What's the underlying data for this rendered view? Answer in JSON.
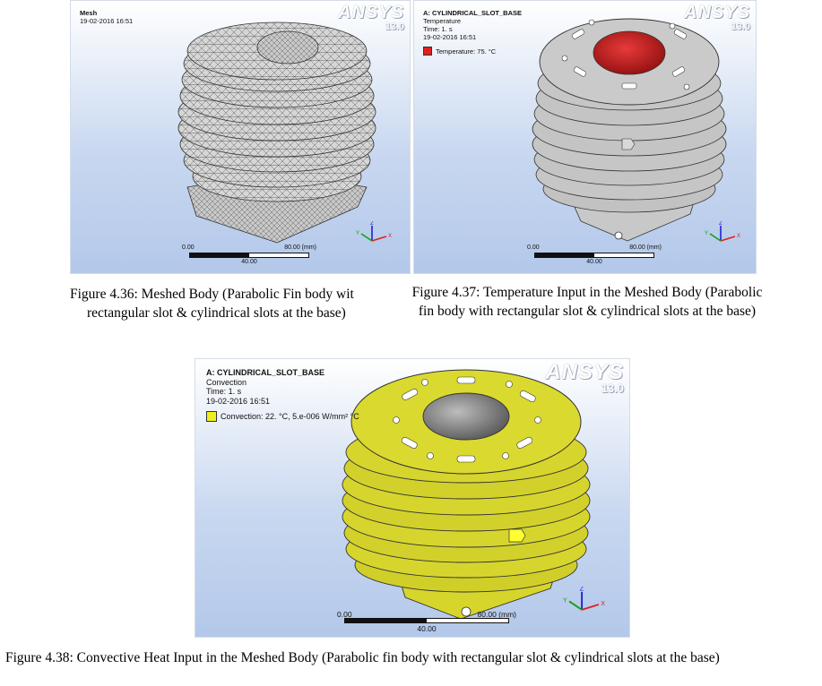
{
  "figures": [
    {
      "header": {
        "title": "Mesh",
        "date": "19-02-2016 16:51"
      },
      "logo": {
        "name": "ANSYS",
        "version": "13.0"
      },
      "scale": {
        "left": "0.00",
        "right": "80.00 (mm)",
        "mid": "40.00"
      },
      "triad": {
        "x": "X",
        "y": "Y",
        "z": "Z"
      },
      "caption": {
        "line1": "Figure 4.36: Meshed Body (Parabolic Fin body wit",
        "line2": "rectangular slot & cylindrical slots at the base)"
      }
    },
    {
      "header": {
        "title": "A: CYLINDRICAL_SLOT_BASE",
        "type": "Temperature",
        "time": "Time: 1. s",
        "date": "19-02-2016 16:51"
      },
      "legend": {
        "text": "Temperature: 75. °C",
        "color": "#e02020"
      },
      "logo": {
        "name": "ANSYS",
        "version": "13.0"
      },
      "scale": {
        "left": "0.00",
        "right": "80.00 (mm)",
        "mid": "40.00"
      },
      "triad": {
        "x": "X",
        "y": "Y",
        "z": "Z"
      },
      "caption": {
        "text": "Figure 4.37: Temperature Input in the Meshed Body (Parabolic fin body with rectangular slot & cylindrical slots at the base)"
      }
    },
    {
      "header": {
        "title": "A: CYLINDRICAL_SLOT_BASE",
        "type": "Convection",
        "time": "Time: 1. s",
        "date": "19-02-2016 16:51"
      },
      "legend": {
        "text": "Convection: 22. °C, 5.e-006 W/mm² °C",
        "color": "#f2ee1c"
      },
      "logo": {
        "name": "ANSYS",
        "version": "13.0"
      },
      "scale": {
        "left": "0.00",
        "right": "80.00 (mm)",
        "mid": "40.00"
      },
      "triad": {
        "x": "X",
        "y": "Y",
        "z": "Z"
      },
      "caption": {
        "text": "Figure 4.38: Convective Heat Input in the Meshed Body (Parabolic fin body with rectangular slot & cylindrical slots at the base)"
      }
    }
  ],
  "colors": {
    "mesh_body": "#d2d2d2",
    "grey_body": "#c4c4c4",
    "yellow_body": "#d9d92e",
    "temperature_bore": "#c41818",
    "axis_x": "#e02020",
    "axis_y": "#10a010",
    "axis_z": "#2020d0"
  }
}
